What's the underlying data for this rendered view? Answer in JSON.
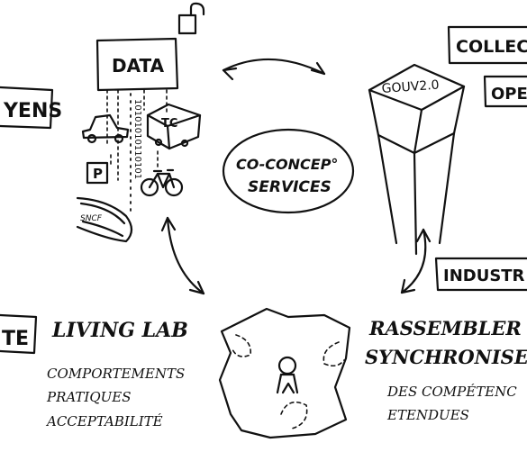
{
  "labels": {
    "left_fragment_top": "YENS",
    "left_fragment_mid": "TE",
    "data": "DATA",
    "tc": "TC",
    "parking": "P",
    "sncf": "SNCF",
    "center_line1": "CO-CONCEP°",
    "center_line2": "SERVICES",
    "gouv": "GOUV2.0",
    "collect": "COLLECT",
    "open": "OPE",
    "industr": "INDUSTR",
    "living_lab_title": "LIVING LAB",
    "living_lab_items": [
      "COMPORTEMENTS",
      "PRATIQUES",
      "ACCEPTABILITÉ"
    ],
    "rassembler_line1": "RASSEMBLER",
    "rassembler_line2": "SYNCHRONISE",
    "rassembler_items": [
      "DES COMPÉTENC",
      "ETENDUES"
    ]
  },
  "data_stream_bits": "10101010110101",
  "colors": {
    "ink": "#111111",
    "paper": "#ffffff"
  },
  "icons": [
    "lock-icon",
    "car-icon",
    "bus-icon",
    "bicycle-icon",
    "parking-icon",
    "train-icon",
    "person-icon",
    "cloud-arrow-icon"
  ]
}
